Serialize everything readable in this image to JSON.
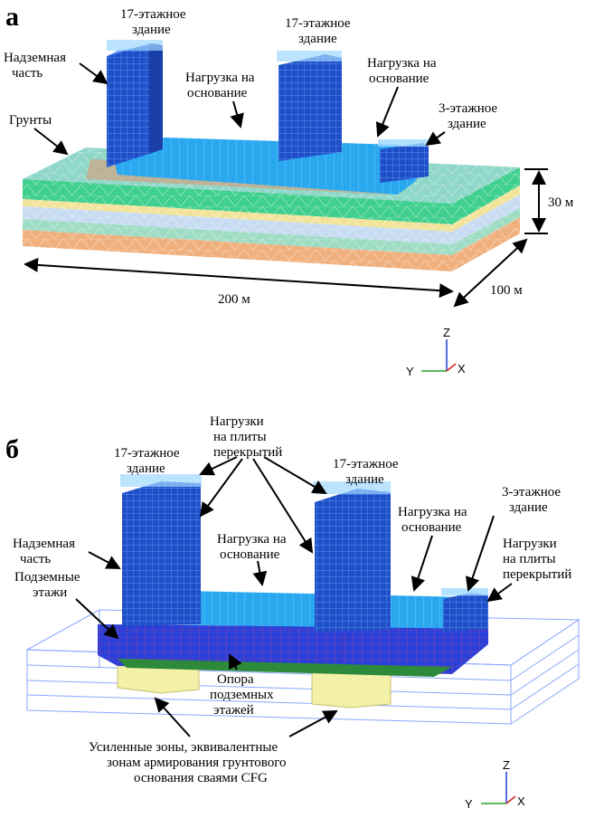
{
  "panel_a": {
    "letter": "а",
    "labels": {
      "above_ground": [
        "Надземная",
        "часть"
      ],
      "soils": "Грунты",
      "bldg17_left": [
        "17-этажное",
        "здание"
      ],
      "bldg17_right": [
        "17-этажное",
        "здание"
      ],
      "load_base_center": [
        "Нагрузка на",
        "основание"
      ],
      "load_base_right": [
        "Нагрузка на",
        "основание"
      ],
      "bldg3": [
        "3-этажное",
        "здание"
      ]
    },
    "dims": {
      "height": "30 м",
      "length": "200 м",
      "width": "100 м"
    },
    "axes": {
      "z": "Z",
      "y": "Y",
      "x": "X"
    }
  },
  "panel_b": {
    "letter": "б",
    "labels": {
      "floor_loads_top": [
        "Нагрузки",
        "на плиты",
        "перекрытий"
      ],
      "bldg17_left": [
        "17-этажное",
        "здание"
      ],
      "bldg17_right": [
        "17-этажное",
        "здание"
      ],
      "above_ground": [
        "Надземная",
        "часть"
      ],
      "underground": [
        "Подземные",
        "этажи"
      ],
      "load_base_center": [
        "Нагрузка на",
        "основание"
      ],
      "load_base_right": [
        "Нагрузка на",
        "основание"
      ],
      "bldg3": [
        "3-этажное",
        "здание"
      ],
      "floor_loads_right": [
        "Нагрузки",
        "на плиты",
        "перекрытий"
      ],
      "support": [
        "Опора",
        "подземных",
        "этажей"
      ],
      "reinforced": [
        "Усиленные зоны, эквивалентные",
        "зонам армирования грунтового",
        "основания сваями CFG"
      ]
    },
    "axes": {
      "z": "Z",
      "y": "Y",
      "x": "X"
    }
  },
  "colors": {
    "building": "#1f4fc8",
    "slab": "#29a8f0",
    "load_lines": "#7fd0ff",
    "soil_top": "#8fd7c8",
    "soil_green": "#3fcf8e",
    "soil_yellow": "#f2e39a",
    "soil_blue": "#c7dcf2",
    "soil_orange": "#f0b07e",
    "pile_zone": "#f3f0a8",
    "wire": "#8aa6ff"
  }
}
